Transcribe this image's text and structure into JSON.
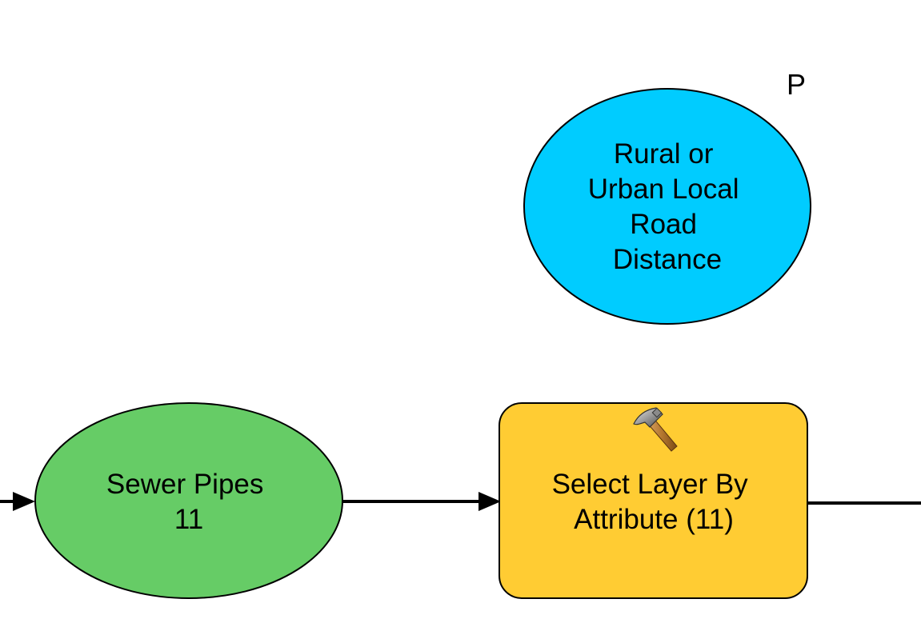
{
  "nodes": {
    "road_distance": {
      "lines": [
        "Rural or",
        "Urban Local",
        "Road",
        "Distance"
      ],
      "fill": "#00CCFF",
      "parameter_flag": "P"
    },
    "sewer_pipes": {
      "lines": [
        "Sewer Pipes",
        "11"
      ],
      "fill": "#66CC66"
    },
    "select_layer": {
      "lines": [
        "Select Layer By",
        "Attribute (11)"
      ],
      "fill": "#FFCC33",
      "icon": "hammer-icon"
    }
  },
  "colors": {
    "outline": "#000000",
    "connector": "#000000",
    "background": "#FFFFFF"
  }
}
